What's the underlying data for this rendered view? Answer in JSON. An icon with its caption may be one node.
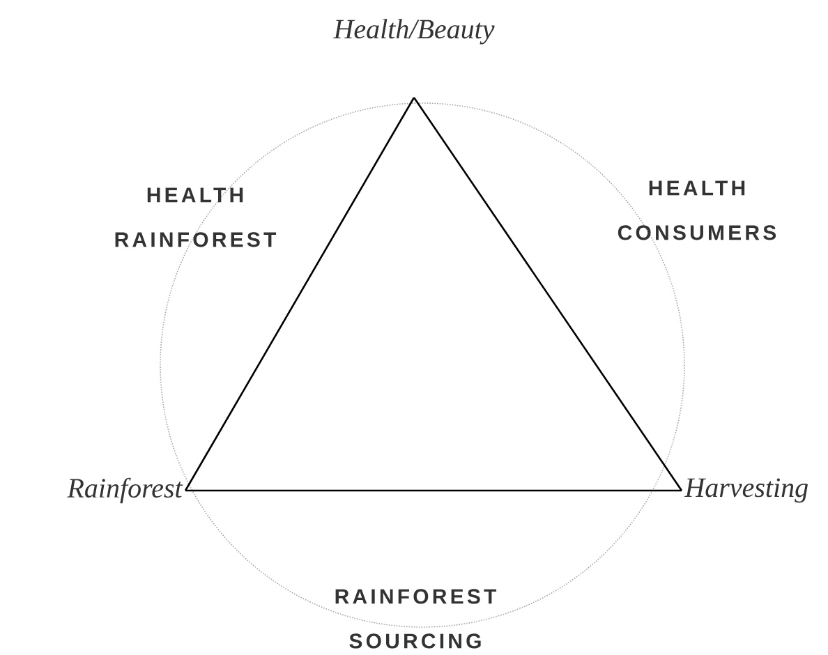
{
  "diagram": {
    "nodes": [
      {
        "text": [
          "Health/Beauty"
        ]
      },
      {
        "text": [
          "Rainforest"
        ]
      },
      {
        "text": [
          "Harvesting"
        ]
      }
    ],
    "edges": [
      {
        "from": 0,
        "to": 1,
        "arrow": "none"
      },
      {
        "from": 1,
        "to": 2,
        "arrow": "none"
      },
      {
        "from": 2,
        "to": 0,
        "arrow": "none"
      }
    ],
    "labels": [
      "HEALTH RAINFOREST",
      "HEALTH CONSUMERS",
      "RAINFOREST SOURCING"
    ]
  }
}
